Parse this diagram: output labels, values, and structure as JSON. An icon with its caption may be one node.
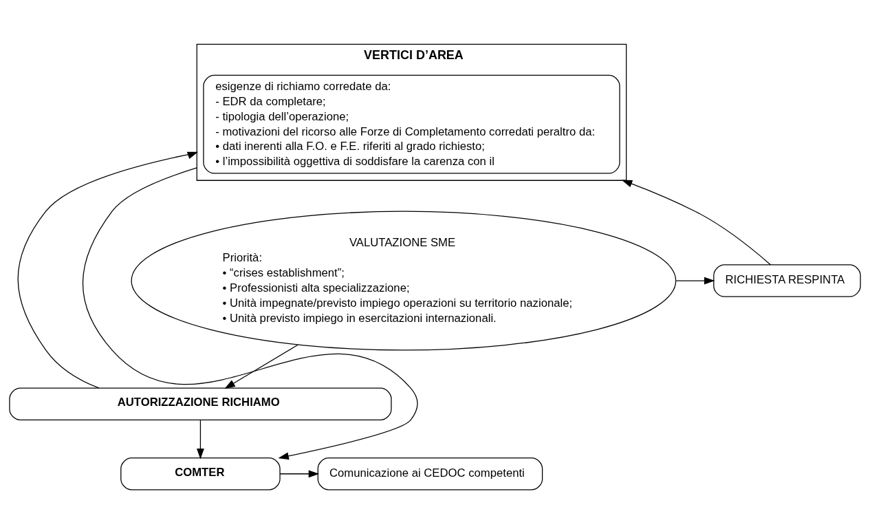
{
  "diagram": {
    "nodes": [
      {
        "text": [
          "VERTICI D’AREA"
        ]
      },
      {
        "text": [
          "esigenze di richiamo corredate da:",
          "- EDR da completare;",
          "- tipologia dell’operazione;",
          "- motivazioni del ricorso alle Forze di Completamento corredati peraltro da:",
          "• dati inerenti alla F.O. e F.E. riferiti al grado richiesto;",
          "• l’impossibilità oggettiva di soddisfare la carenza con il"
        ],
        "in": 0
      },
      {
        "text": [
          "RICHIESTA RESPINTA"
        ]
      },
      {
        "text": [
          "VALUTAZIONE SME",
          "Priorità:",
          "• “crises establishment”;",
          "• Professionisti alta specializzazione;",
          "• Unità impegnate/previsto impiego operazioni su territorio nazionale;",
          "• Unità previsto impiego in esercitazioni internazionali."
        ]
      },
      {
        "text": [
          "AUTORIZZAZIONE RICHIAMO"
        ]
      },
      {
        "text": [
          "Comunicazione ai CEDOC competenti"
        ]
      },
      {
        "text": [
          "COMTER"
        ]
      }
    ],
    "edges": [
      {
        "from": 3,
        "to": 2,
        "arrow": "to"
      },
      {
        "from": 2,
        "to": 0,
        "arrow": "to"
      },
      {
        "from": 3,
        "to": 4,
        "arrow": "to"
      },
      {
        "from": 4,
        "to": 0,
        "arrow": "to"
      },
      {
        "from": 4,
        "to": 6,
        "arrow": "to"
      },
      {
        "from": 0,
        "to": 6,
        "arrow": "to"
      },
      {
        "from": 6,
        "to": 5,
        "arrow": "to"
      }
    ]
  }
}
